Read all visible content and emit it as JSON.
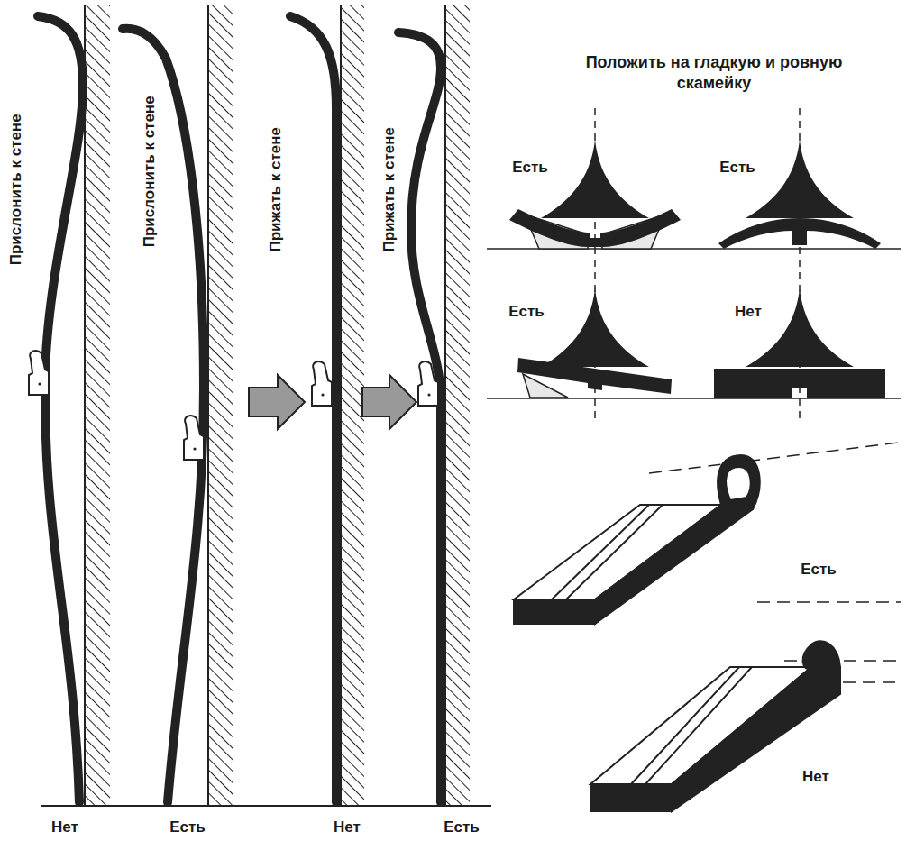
{
  "diagram": {
    "title": "Положить на гладкую и ровную скамейку",
    "labels": [
      "Прислонить к стене",
      "Прислонить к стене",
      "Прижать к стене",
      "Прижать к стене",
      "Нет",
      "Есть",
      "Нет",
      "Есть",
      "Есть",
      "Есть",
      "Есть",
      "Нет",
      "Есть",
      "Нет"
    ]
  }
}
